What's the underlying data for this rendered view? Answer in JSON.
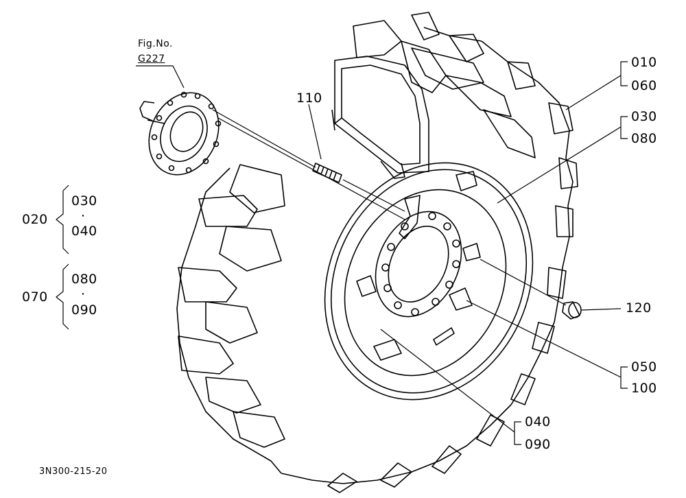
{
  "reference": {
    "title": "Fig.No.",
    "number": "G227"
  },
  "callouts": {
    "c010": "010",
    "c060": "060",
    "c030_right": "030",
    "c080_right": "080",
    "c110": "110",
    "c120": "120",
    "c050": "050",
    "c100": "100",
    "c040_bottom": "040",
    "c090_bottom": "090",
    "c020": "020",
    "c030_left": "030",
    "dot1": "·",
    "c040_left": "040",
    "c070": "070",
    "c080_left": "080",
    "dot2": "·",
    "c090_left": "090"
  },
  "drawing_code": "3N300-215-20"
}
